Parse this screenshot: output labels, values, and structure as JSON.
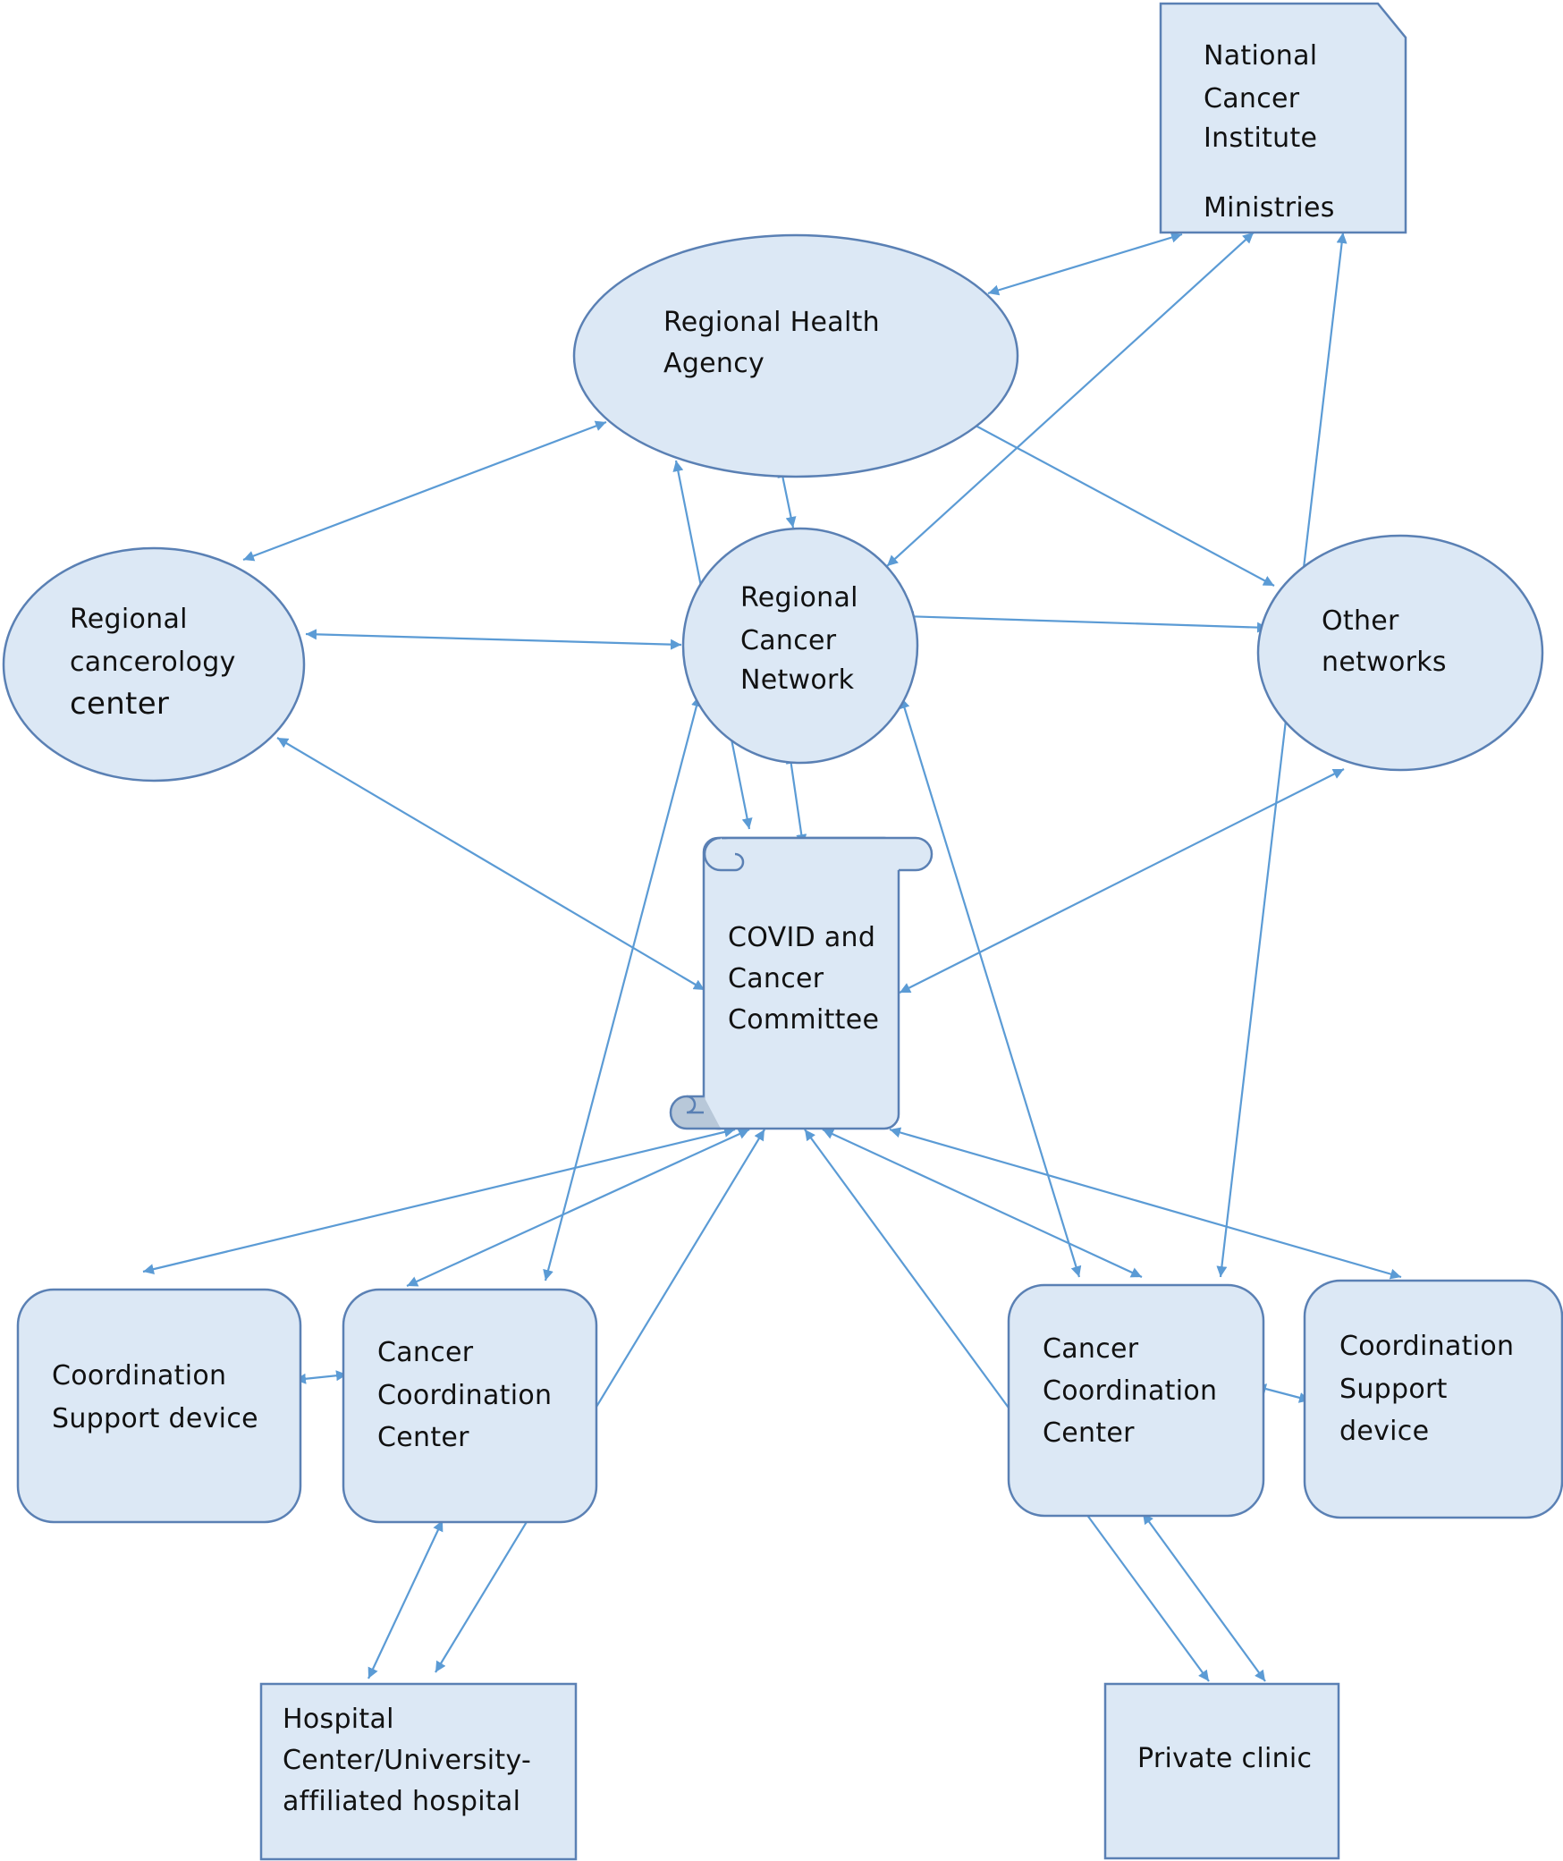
{
  "colors": {
    "node_fill": "#dce8f5",
    "node_stroke": "#5a80b4",
    "connector": "#5b9bd5",
    "scroll_curl": "#b8c8d9"
  },
  "nodes": {
    "national_cancer_institute": {
      "line1": "National",
      "line2": "Cancer",
      "line3": "Institute",
      "line4": "Ministries"
    },
    "regional_health_agency": {
      "line1": "Regional Health",
      "line2": "Agency"
    },
    "regional_cancerology_center": {
      "line1": "Regional",
      "line2": "cancerology",
      "line3": "center"
    },
    "regional_cancer_network": {
      "line1": "Regional",
      "line2": "Cancer",
      "line3": "Network"
    },
    "other_networks": {
      "line1": "Other",
      "line2": "networks"
    },
    "covid_cancer_committee": {
      "line1": "COVID and",
      "line2": "Cancer",
      "line3": "Committee"
    },
    "coordination_support_left": {
      "line1": "Coordination",
      "line2": "Support device"
    },
    "cancer_coordination_left": {
      "line1": "Cancer",
      "line2": "Coordination",
      "line3": "Center"
    },
    "cancer_coordination_right": {
      "line1": "Cancer",
      "line2": "Coordination",
      "line3": "Center"
    },
    "coordination_support_right": {
      "line1": "Coordination",
      "line2": "Support",
      "line3": "device"
    },
    "hospital_center": {
      "line1": "Hospital",
      "line2": "Center/University-",
      "line3": "affiliated hospital"
    },
    "private_clinic": {
      "line1": "Private clinic"
    }
  }
}
